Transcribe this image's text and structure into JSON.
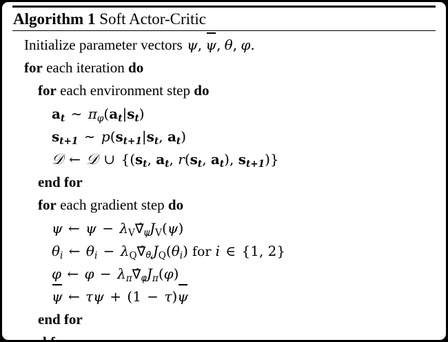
{
  "document": {
    "type": "algorithm-pseudocode-block",
    "title_keyword": "Algorithm 1",
    "title_name": "Soft Actor-Critic",
    "background_color": "#ffffff",
    "text_color": "#000000",
    "frame_color": "#000000"
  },
  "algorithm": {
    "number": "1",
    "name": "Soft Actor-Critic",
    "lines": [
      {
        "index": 1,
        "indent": 0,
        "text": "Initialize parameter vectors ψ, ψ̄, θ, φ.",
        "keywords": []
      },
      {
        "index": 2,
        "indent": 0,
        "text": "for each iteration do",
        "keywords": [
          "for",
          "do"
        ]
      },
      {
        "index": 3,
        "indent": 1,
        "text": "for each environment step do",
        "keywords": [
          "for",
          "do"
        ]
      },
      {
        "index": 4,
        "indent": 2,
        "text": "a_t ~ π_φ(a_t|s_t)",
        "keywords": []
      },
      {
        "index": 5,
        "indent": 2,
        "text": "s_{t+1} ~ p(s_{t+1}|s_t, a_t)",
        "keywords": []
      },
      {
        "index": 6,
        "indent": 2,
        "text": "D ← D ∪ {(s_t, a_t, r(s_t, a_t), s_{t+1})}",
        "keywords": []
      },
      {
        "index": 7,
        "indent": 1,
        "text": "end for",
        "keywords": [
          "end for"
        ]
      },
      {
        "index": 8,
        "indent": 1,
        "text": "for each gradient step do",
        "keywords": [
          "for",
          "do"
        ]
      },
      {
        "index": 9,
        "indent": 2,
        "text": "ψ ← ψ − λ_V ∇̂_ψ J_V(ψ)",
        "keywords": []
      },
      {
        "index": 10,
        "indent": 2,
        "text": "θ_i ← θ_i − λ_Q ∇̂_{θ_i} J_Q(θ_i) for i ∈ {1, 2}",
        "keywords": []
      },
      {
        "index": 11,
        "indent": 2,
        "text": "φ ← φ − λ_π ∇̂_φ J_π(φ)",
        "keywords": []
      },
      {
        "index": 12,
        "indent": 2,
        "text": "ψ̄ ← τψ + (1 − τ)ψ̄",
        "keywords": []
      },
      {
        "index": 13,
        "indent": 1,
        "text": "end for",
        "keywords": [
          "end for"
        ]
      },
      {
        "index": 14,
        "indent": 0,
        "text": "end for",
        "keywords": [
          "end for"
        ]
      }
    ]
  },
  "labels": {
    "kw_for": "for",
    "kw_do": "do",
    "kw_end_for": "end for",
    "line1_prefix": "Initialize parameter vectors",
    "line2_mid": "each iteration",
    "line3_mid": "each environment step",
    "line8_mid": "each gradient step",
    "for_i_in": "for",
    "period": "."
  }
}
